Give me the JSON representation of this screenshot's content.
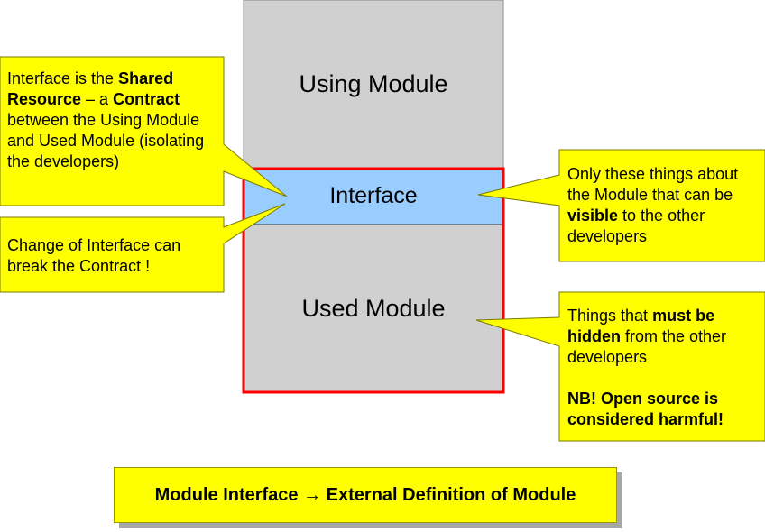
{
  "modules": {
    "using_label": "Using Module",
    "interface_label": "Interface",
    "used_label": "Used Module"
  },
  "callouts": {
    "shared": {
      "p1": "Interface is the ",
      "b1": "Shared Resource",
      "p2": " – a ",
      "b2": "Contract",
      "p3": " between the Using Module and Used Module (isolating the developers)"
    },
    "change": {
      "text": "Change of Interface can break the Contract !"
    },
    "visible": {
      "p1": "Only these things about the Module that can be ",
      "b1": "visible",
      "p2": " to the other developers"
    },
    "hidden": {
      "p1": "Things that ",
      "b1": "must be hidden",
      "p2": " from the other developers",
      "nb": "NB! Open source is considered harmful!"
    }
  },
  "footer": {
    "text": "Module Interface → External Definition of Module"
  },
  "colors": {
    "module_gray": "#d0d0d0",
    "interface_blue": "#99ccff",
    "contract_red": "#ff0000",
    "callout_yellow": "#ffff00"
  }
}
